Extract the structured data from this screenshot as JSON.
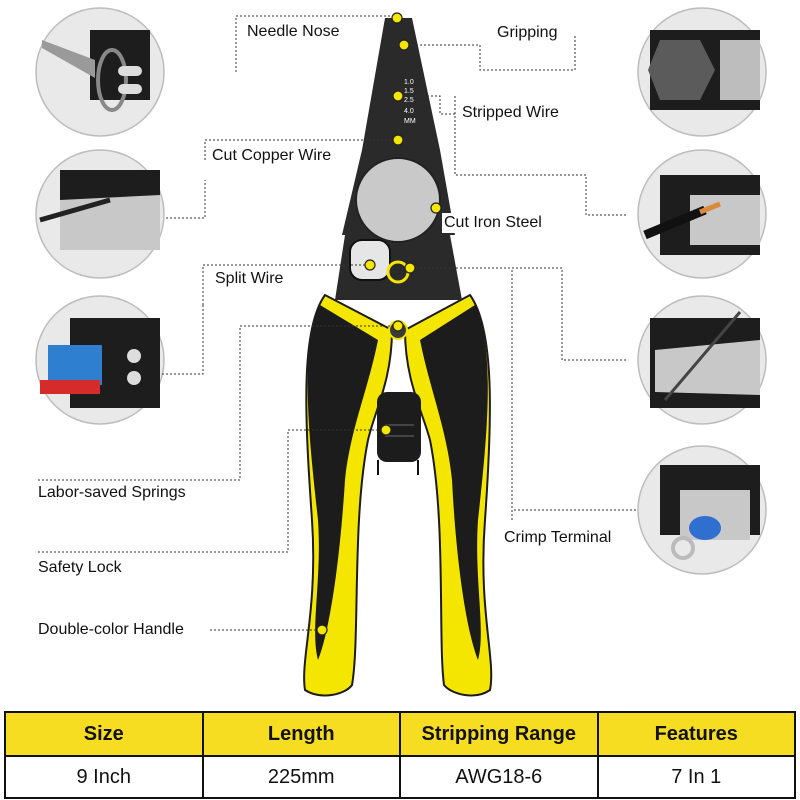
{
  "callouts": {
    "needle_nose": "Needle Nose",
    "gripping": "Gripping",
    "stripped_wire": "Stripped Wire",
    "cut_copper_wire": "Cut Copper Wire",
    "cut_iron_steel": "Cut Iron Steel",
    "split_wire": "Split Wire",
    "labor_saved_springs": "Labor-saved Springs",
    "crimp_terminal": "Crimp Terminal",
    "safety_lock": "Safety Lock",
    "double_color_handle": "Double-color Handle"
  },
  "blade_scale": {
    "sizes": [
      "1.0",
      "1.5",
      "2.5",
      "4.0"
    ],
    "unit": "MM"
  },
  "specs": {
    "headers": [
      "Size",
      "Length",
      "Stripping Range",
      "Features"
    ],
    "values": [
      "9 Inch",
      "225mm",
      "AWG18-6",
      "7 In 1"
    ]
  },
  "colors": {
    "handle_yellow": "#f5e600",
    "handle_black": "#1c1c1c",
    "header_yellow": "#f7dd22",
    "steel": "#2a2a2a"
  }
}
